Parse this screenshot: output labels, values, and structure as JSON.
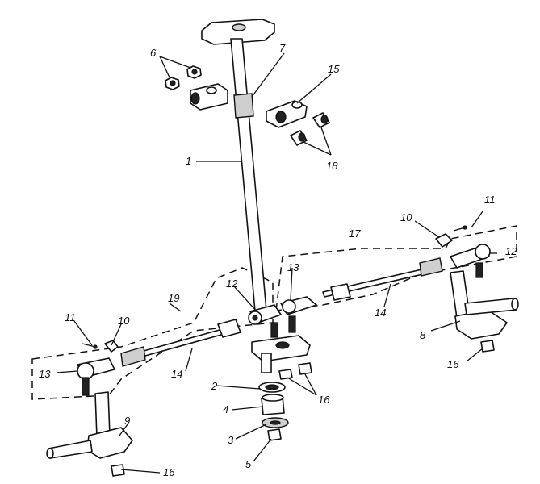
{
  "diagram": {
    "callouts": {
      "c1": "1",
      "c2": "2",
      "c3": "3",
      "c4": "4",
      "c5": "5",
      "c6": "6",
      "c7": "7",
      "c8": "8",
      "c9": "9",
      "c10_left": "10",
      "c10_right": "10",
      "c11_left": "11",
      "c11_right": "11",
      "c12_left": "12",
      "c12_right": "12",
      "c13_left": "13",
      "c13_center": "13",
      "c14_left": "14",
      "c14_right": "14",
      "c15": "15",
      "c16_left": "16",
      "c16_center": "16",
      "c16_right": "16",
      "c17": "17",
      "c18": "18",
      "c19": "19"
    }
  }
}
